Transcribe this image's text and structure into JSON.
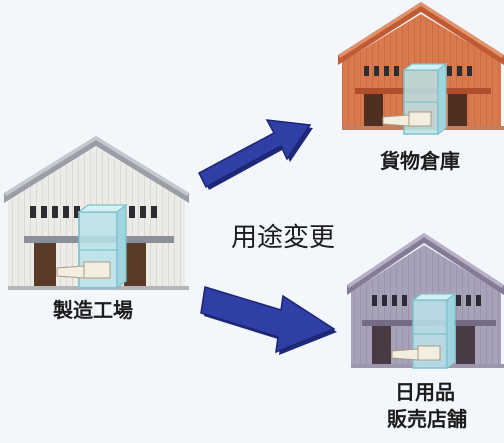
{
  "labels": {
    "factory": "製造工場",
    "change": "用途変更",
    "warehouse": "貨物倉庫",
    "store_line1": "日用品",
    "store_line2": "販売店舗"
  },
  "colors": {
    "background": "#f3f6fa",
    "arrow_blue": "#2f3fa6",
    "factory_wall": "#ecebe6",
    "factory_roof": "#9a9ea7",
    "warehouse_wall": "#d97a4e",
    "warehouse_roof": "#bf5a33",
    "store_wall": "#a8a2b8",
    "store_roof": "#847c97",
    "elevator_glass": "#b8e3ea"
  },
  "icons": [
    "factory-building-icon",
    "warehouse-building-icon",
    "store-building-icon",
    "elevator-icon",
    "arrow-icon"
  ]
}
